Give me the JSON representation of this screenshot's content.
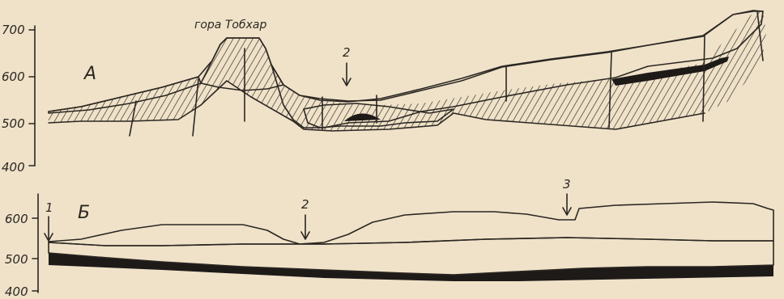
{
  "section_a": {
    "label": "А",
    "mountain_name": "гора Тобхар",
    "axis_ticks": [
      "700",
      "600",
      "500",
      "400"
    ],
    "markers": [
      {
        "label": "2"
      }
    ]
  },
  "section_b": {
    "label": "Б",
    "axis_ticks": [
      "600",
      "500",
      "400"
    ],
    "markers": [
      {
        "label": "1"
      },
      {
        "label": "2"
      },
      {
        "label": "3"
      }
    ]
  },
  "colors": {
    "paper": "#efe2c8",
    "ink": "#2b2622",
    "sediment_fill": "#e9dcc2",
    "dark_layer": "#1e1a18"
  }
}
